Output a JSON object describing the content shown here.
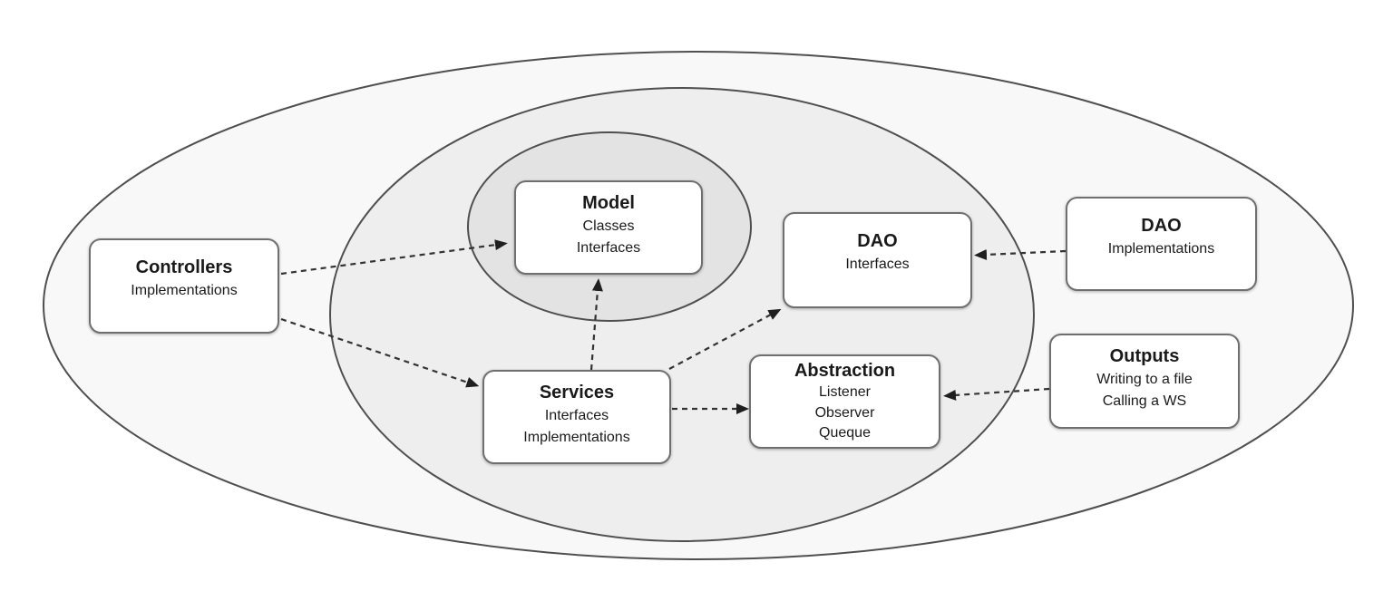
{
  "diagram": {
    "type": "layered-architecture-onion-diagram",
    "colors": {
      "background": "#ffffff",
      "outer_fill": "#f8f8f8",
      "middle_fill": "#eeeeee",
      "inner_fill": "#e3e3e3",
      "ellipse_stroke": "#4f4f4f",
      "box_border": "#6f6f6f",
      "box_fill": "#ffffff",
      "arrow": "#333333",
      "text": "#1a1a1a"
    },
    "nodes": [
      {
        "id": "controllers",
        "title": "Controllers",
        "lines": [
          "Implementations"
        ]
      },
      {
        "id": "model",
        "title": "Model",
        "lines": [
          "Classes",
          "Interfaces"
        ]
      },
      {
        "id": "dao-interfaces",
        "title": "DAO",
        "lines": [
          "Interfaces"
        ]
      },
      {
        "id": "dao-implementations",
        "title": "DAO",
        "lines": [
          "Implementations"
        ]
      },
      {
        "id": "outputs",
        "title": "Outputs",
        "lines": [
          "Writing to a file",
          "Calling a WS"
        ]
      },
      {
        "id": "services",
        "title": "Services",
        "lines": [
          "Interfaces",
          "Implementations"
        ]
      },
      {
        "id": "abstraction",
        "title": "Abstraction",
        "lines": [
          "Listener",
          "Observer",
          "Queque"
        ]
      }
    ],
    "edges": [
      {
        "from": "controllers",
        "to": "model",
        "style": "dashed-arrow"
      },
      {
        "from": "controllers",
        "to": "services",
        "style": "dashed-arrow"
      },
      {
        "from": "services",
        "to": "model",
        "style": "dashed-arrow"
      },
      {
        "from": "services",
        "to": "dao-interfaces",
        "style": "dashed-arrow"
      },
      {
        "from": "services",
        "to": "abstraction",
        "style": "dashed-arrow"
      },
      {
        "from": "dao-implementations",
        "to": "dao-interfaces",
        "style": "dashed-arrow"
      },
      {
        "from": "outputs",
        "to": "abstraction",
        "style": "dashed-arrow"
      }
    ]
  }
}
